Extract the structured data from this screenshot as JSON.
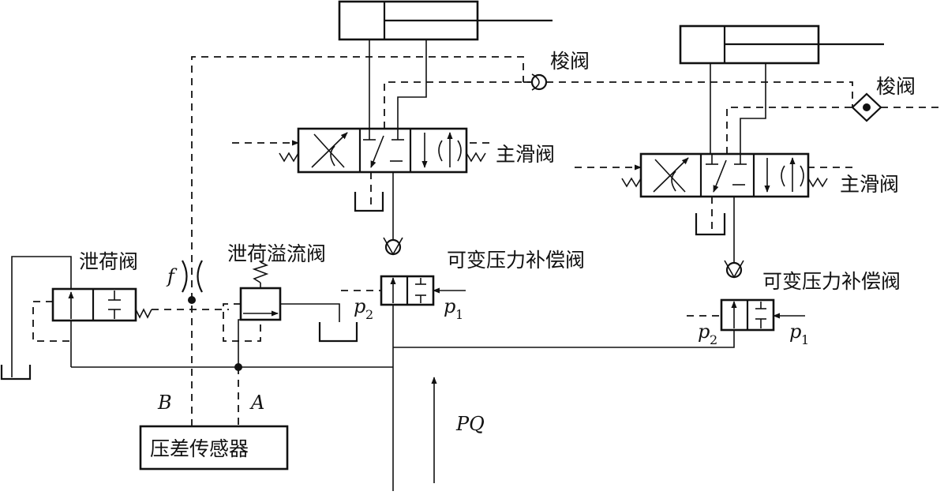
{
  "labels": {
    "shuttle_valve_1": "梭阀",
    "shuttle_valve_2": "梭阀",
    "main_spool_valve_1": "主滑阀",
    "main_spool_valve_2": "主滑阀",
    "unloading_valve": "泄荷阀",
    "unloading_relief_valve": "泄荷溢流阀",
    "compensator_1": "可变压力补偿阀",
    "compensator_2": "可变压力补偿阀",
    "pressure_sensor": "压差传感器",
    "orifice_f": "f",
    "port_b": "B",
    "port_a": "A",
    "supply": "PQ"
  },
  "pressures": {
    "p1_left": {
      "sym": "p",
      "sub": "1"
    },
    "p2_left": {
      "sym": "p",
      "sub": "2"
    },
    "p1_right": {
      "sym": "p",
      "sub": "1"
    },
    "p2_right": {
      "sym": "p",
      "sub": "2"
    }
  }
}
